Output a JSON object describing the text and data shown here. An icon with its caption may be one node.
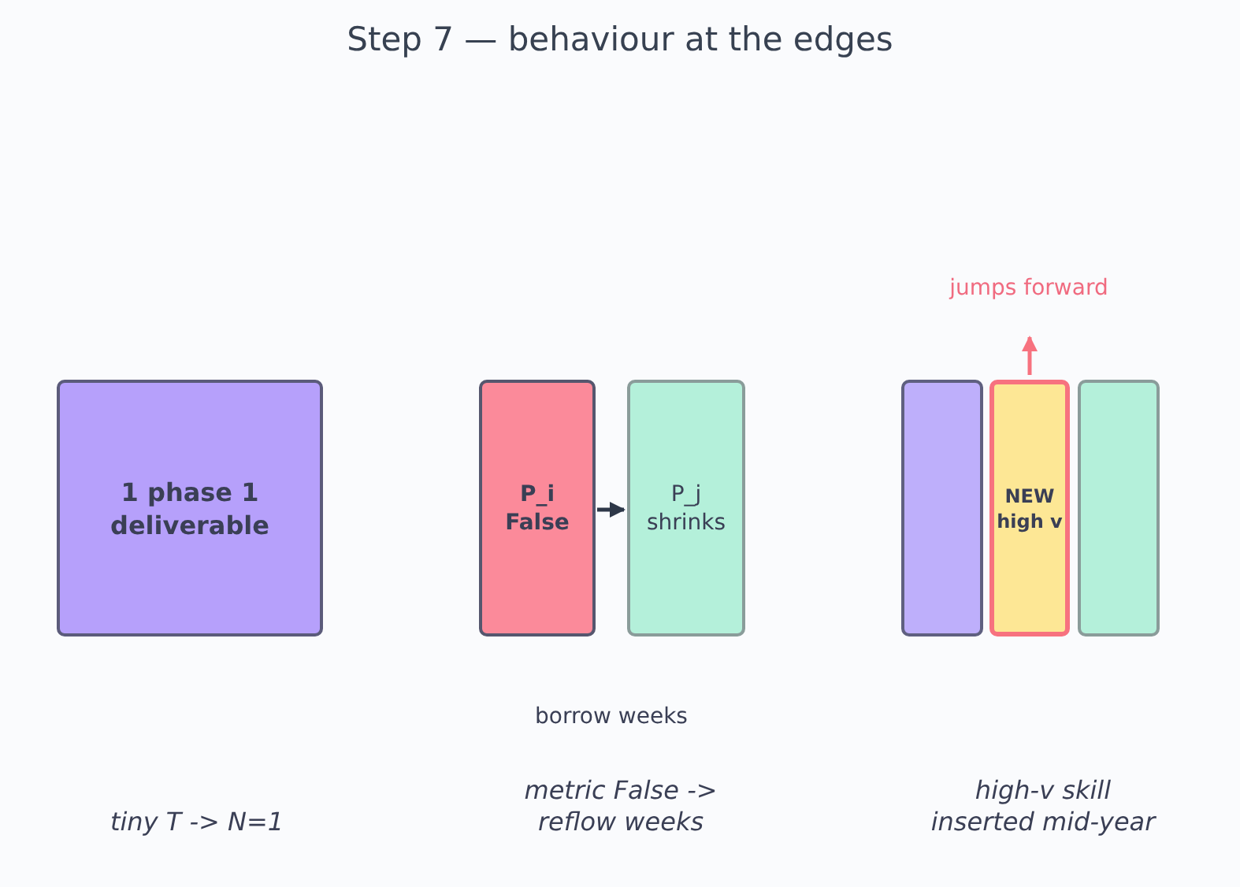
{
  "diagram": {
    "title": "Step 7 — behaviour at the edges",
    "nodes": [
      {
        "text": [
          "1 phase 1 deliverable"
        ]
      },
      {
        "text": [
          "P_i False"
        ]
      },
      {
        "text": [
          "P_j shrinks"
        ]
      },
      {
        "text": [],
        "shape": "box"
      },
      {
        "text": [
          "NEW high v"
        ]
      },
      {
        "text": [],
        "shape": "box"
      }
    ],
    "edges": [
      {
        "from": 1,
        "to": 2,
        "arrow": "to"
      },
      {
        "from": 4,
        "to": null,
        "arrow": "to",
        "color": "#f7727f"
      }
    ],
    "labels": [
      "jumps forward",
      "borrow weeks",
      "tiny T -> N=1",
      "metric False -> reflow weeks",
      "high-v skill inserted mid-year"
    ]
  }
}
